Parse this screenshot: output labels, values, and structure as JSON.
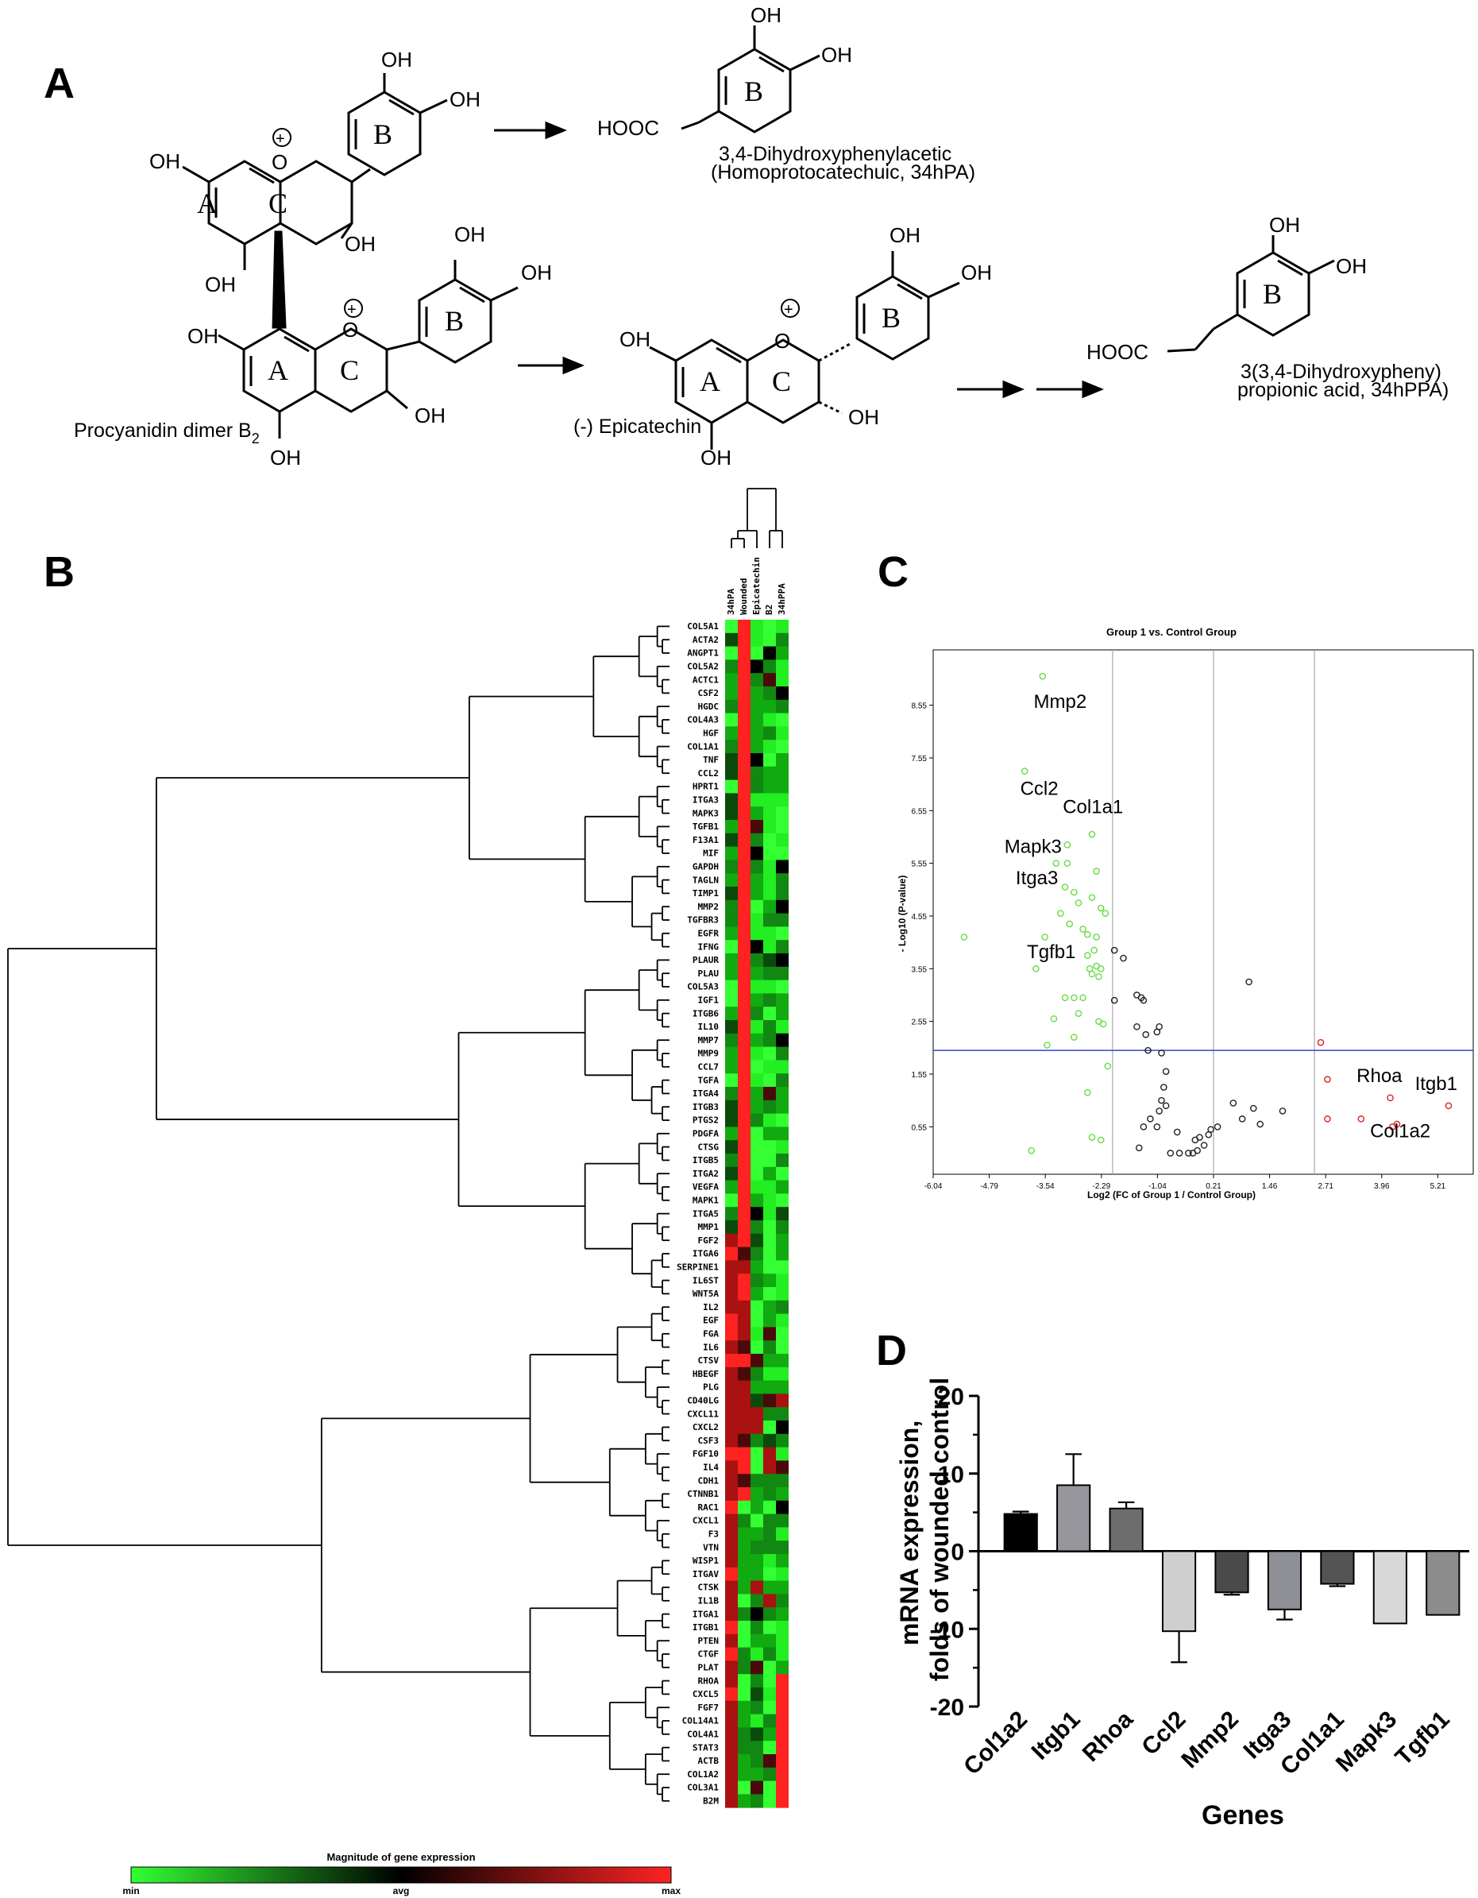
{
  "panels": {
    "A": "A",
    "B": "B",
    "C": "C",
    "D": "D"
  },
  "panel_a": {
    "ring_letters": {
      "a": "A",
      "b": "B",
      "c": "C"
    },
    "oh": "OH",
    "hooc": "HOOC",
    "charge": "+",
    "dimer_label": "Procyanidin dimer B",
    "dimer_sub": "2",
    "epicatechin_label": "(-) Epicatechin",
    "metabolite1_line1": "3,4-Dihydroxyphenylacetic",
    "metabolite1_line2": "(Homoprotocatechuic, 34hPA)",
    "metabolite2_line1": "3(3,4-Dihydroxypheny)",
    "metabolite2_line2": "propionic acid, 34hPPA)"
  },
  "panel_b": {
    "columns": [
      "34hPA",
      "Wounded",
      "Epicatechin",
      "B2",
      "34hPPA"
    ],
    "genes": [
      "COL5A1",
      "ACTA2",
      "ANGPT1",
      "COL5A2",
      "ACTC1",
      "CSF2",
      "HGDC",
      "COL4A3",
      "HGF",
      "COL1A1",
      "TNF",
      "CCL2",
      "HPRT1",
      "ITGA3",
      "MAPK3",
      "TGFB1",
      "F13A1",
      "MIF",
      "GAPDH",
      "TAGLN",
      "TIMP1",
      "MMP2",
      "TGFBR3",
      "EGFR",
      "IFNG",
      "PLAUR",
      "PLAU",
      "COL5A3",
      "IGF1",
      "ITGB6",
      "IL10",
      "MMP7",
      "MMP9",
      "CCL7",
      "TGFA",
      "ITGA4",
      "ITGB3",
      "PTGS2",
      "PDGFA",
      "CTSG",
      "ITGB5",
      "ITGA2",
      "VEGFA",
      "MAPK1",
      "ITGA5",
      "MMP1",
      "FGF2",
      "ITGA6",
      "SERPINE1",
      "IL6ST",
      "WNT5A",
      "IL2",
      "EGF",
      "FGA",
      "IL6",
      "CTSV",
      "HBEGF",
      "PLG",
      "CD40LG",
      "CXCL11",
      "CXCL2",
      "CSF3",
      "FGF10",
      "IL4",
      "CDH1",
      "CTNNB1",
      "RAC1",
      "CXCL1",
      "F3",
      "VTN",
      "WISP1",
      "ITGAV",
      "CTSK",
      "IL1B",
      "ITGA1",
      "ITGB1",
      "PTEN",
      "CTGF",
      "PLAT",
      "RHOA",
      "CXCL5",
      "FGF7",
      "COL14A1",
      "COL4A1",
      "STAT3",
      "ACTB",
      "COL1A2",
      "COL3A1",
      "B2M"
    ],
    "scale_title": "Magnitude of gene expression",
    "scale_labels": [
      "min",
      "avg",
      "max"
    ],
    "colors": {
      "min": "#33ff33",
      "avg": "#000000",
      "max": "#ff2222"
    }
  },
  "chart_data": [
    {
      "type": "scatter",
      "title": "Group 1 vs. Control Group",
      "xlabel": "Log2 (FC of Group 1 / Control Group)",
      "ylabel": "- Log10 (P-value)",
      "xlim": [
        -6.04,
        6.0
      ],
      "ylim": [
        -0.35,
        9.6
      ],
      "xticks": [
        "-6.04",
        "-4.79",
        "-3.54",
        "-2.29",
        "-1.04",
        "0.21",
        "1.46",
        "2.71",
        "3.96",
        "5.21"
      ],
      "yticks": [
        "0.55",
        "1.55",
        "2.55",
        "3.55",
        "4.55",
        "5.55",
        "6.55",
        "7.55",
        "8.55"
      ],
      "vlines": [
        -2.04,
        0.21,
        2.46
      ],
      "hline": 2.0,
      "colors": {
        "down": "#66dd44",
        "ns": "#222222",
        "up": "#dd2222",
        "threshold": "#3344cc",
        "grid": "#aaaaaa"
      },
      "annotations": [
        {
          "text": "Mmp2",
          "x": -3.8,
          "y": 8.5
        },
        {
          "text": "Ccl2",
          "x": -4.1,
          "y": 6.85
        },
        {
          "text": "Col1a1",
          "x": -3.15,
          "y": 6.5
        },
        {
          "text": "Mapk3",
          "x": -4.45,
          "y": 5.75
        },
        {
          "text": "Itga3",
          "x": -4.2,
          "y": 5.15
        },
        {
          "text": "Tgfb1",
          "x": -3.95,
          "y": 3.75
        },
        {
          "text": "Rhoa",
          "x": 3.4,
          "y": 1.4
        },
        {
          "text": "Itgb1",
          "x": 4.7,
          "y": 1.25
        },
        {
          "text": "Col1a2",
          "x": 3.7,
          "y": 0.35
        }
      ],
      "series": [
        {
          "group": "down",
          "points": [
            [
              -3.6,
              9.1
            ],
            [
              -3.05,
              5.55
            ],
            [
              -3.3,
              5.55
            ],
            [
              -3.55,
              4.15
            ],
            [
              -4.0,
              7.3
            ],
            [
              -3.05,
              5.9
            ],
            [
              -2.5,
              6.1
            ],
            [
              -3.1,
              5.1
            ],
            [
              -2.9,
              5.0
            ],
            [
              -2.8,
              4.8
            ],
            [
              -3.2,
              4.6
            ],
            [
              -3.0,
              4.4
            ],
            [
              -2.7,
              4.3
            ],
            [
              -2.4,
              5.4
            ],
            [
              -2.5,
              4.9
            ],
            [
              -2.3,
              4.7
            ],
            [
              -2.2,
              4.6
            ],
            [
              -2.6,
              4.2
            ],
            [
              -2.4,
              4.15
            ],
            [
              -2.45,
              3.9
            ],
            [
              -2.6,
              3.8
            ],
            [
              -2.4,
              3.6
            ],
            [
              -2.5,
              3.45
            ],
            [
              -2.35,
              3.4
            ],
            [
              -2.55,
              3.55
            ],
            [
              -2.3,
              3.55
            ],
            [
              -2.7,
              3.0
            ],
            [
              -3.1,
              3.0
            ],
            [
              -2.8,
              2.7
            ],
            [
              -3.35,
              2.6
            ],
            [
              -2.35,
              2.55
            ],
            [
              -2.25,
              2.5
            ],
            [
              -2.9,
              2.25
            ],
            [
              -3.5,
              2.1
            ],
            [
              -2.15,
              1.7
            ],
            [
              -2.6,
              1.2
            ],
            [
              -2.5,
              0.35
            ],
            [
              -2.3,
              0.3
            ],
            [
              -3.85,
              0.1
            ],
            [
              -5.35,
              4.15
            ],
            [
              -3.75,
              3.55
            ],
            [
              -2.9,
              3.0
            ]
          ]
        },
        {
          "group": "ns",
          "points": [
            [
              -2.0,
              3.9
            ],
            [
              -1.8,
              3.75
            ],
            [
              -2.0,
              2.95
            ],
            [
              -1.4,
              3.0
            ],
            [
              -1.35,
              2.95
            ],
            [
              -1.5,
              2.45
            ],
            [
              -1.0,
              2.45
            ],
            [
              -1.05,
              2.35
            ],
            [
              -1.3,
              2.3
            ],
            [
              -1.25,
              2.0
            ],
            [
              -0.95,
              1.95
            ],
            [
              -0.85,
              1.6
            ],
            [
              -0.9,
              1.3
            ],
            [
              -0.95,
              1.05
            ],
            [
              -0.85,
              0.95
            ],
            [
              -1.0,
              0.85
            ],
            [
              -1.05,
              0.55
            ],
            [
              -1.2,
              0.7
            ],
            [
              -1.35,
              0.55
            ],
            [
              -1.45,
              0.15
            ],
            [
              -0.6,
              0.45
            ],
            [
              -0.2,
              0.3
            ],
            [
              -0.1,
              0.35
            ],
            [
              0.1,
              0.4
            ],
            [
              0.15,
              0.5
            ],
            [
              0.3,
              0.55
            ],
            [
              0.0,
              0.2
            ],
            [
              -0.25,
              0.05
            ],
            [
              -0.35,
              0.05
            ],
            [
              -0.55,
              0.05
            ],
            [
              -0.75,
              0.05
            ],
            [
              -0.15,
              0.1
            ],
            [
              0.85,
              0.7
            ],
            [
              1.1,
              0.9
            ],
            [
              1.25,
              0.6
            ],
            [
              1.75,
              0.85
            ],
            [
              0.65,
              1.0
            ],
            [
              1.0,
              3.3
            ],
            [
              -1.5,
              3.05
            ]
          ]
        },
        {
          "group": "up",
          "points": [
            [
              2.6,
              2.15
            ],
            [
              2.75,
              1.45
            ],
            [
              2.75,
              0.7
            ],
            [
              3.5,
              0.7
            ],
            [
              4.2,
              0.55
            ],
            [
              4.3,
              0.6
            ],
            [
              4.15,
              1.1
            ],
            [
              5.45,
              0.95
            ]
          ]
        }
      ]
    },
    {
      "type": "bar",
      "title": "",
      "xlabel": "Genes",
      "ylabel": "mRNA expression, folds of wounded control",
      "ylabel_line1": "mRNA expression,",
      "ylabel_line2": "folds of wounded control",
      "ylim": [
        -20,
        20
      ],
      "yticks": [
        "20",
        "10",
        "0",
        "-10",
        "-20"
      ],
      "categories": [
        "Col1a2",
        "Itgb1",
        "Rhoa",
        "Ccl2",
        "Mmp2",
        "Itga3",
        "Col1a1",
        "Mapk3",
        "Tgfb1"
      ],
      "values": [
        4.8,
        8.5,
        5.5,
        -10.3,
        -5.3,
        -7.5,
        -4.2,
        -9.3,
        -8.2
      ],
      "errors": [
        0.3,
        4.0,
        0.8,
        4.0,
        0.3,
        1.3,
        0.3,
        0.0,
        0.0
      ],
      "colors": [
        "#000000",
        "#97969d",
        "#6d6d6d",
        "#cfcfcf",
        "#4a4a4a",
        "#8f8f97",
        "#545454",
        "#d8d8d8",
        "#8c8c8c"
      ]
    }
  ]
}
